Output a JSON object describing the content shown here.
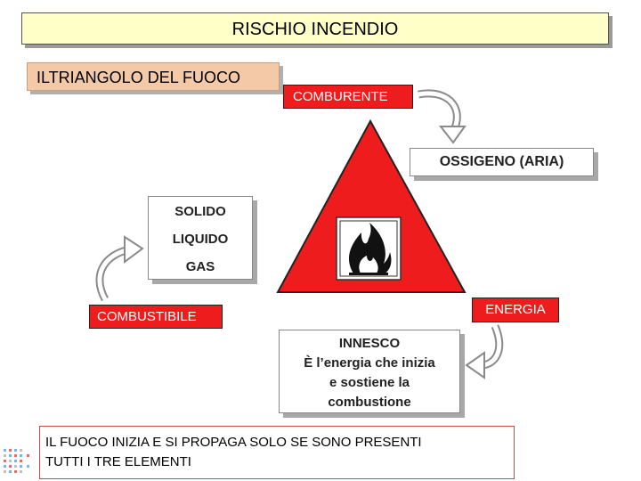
{
  "title": "RISCHIO INCENDIO",
  "subtitle": "ILTRIANGOLO DEL FUOCO",
  "labels": {
    "comburente": "COMBURENTE",
    "combustibile": "COMBUSTIBILE",
    "energia": "ENERGIA"
  },
  "ossigeno": "OSSIGENO (ARIA)",
  "states": [
    "SOLIDO",
    "LIQUIDO",
    "GAS"
  ],
  "innesco": {
    "title": "INNESCO",
    "lines": [
      "È l’energia che inizia",
      "e sostiene la",
      "combustione"
    ]
  },
  "bottom_text": [
    "IL FUOCO INIZIA E SI PROPAGA SOLO SE SONO PRESENTI",
    "TUTTI  I TRE ELEMENTI"
  ],
  "colors": {
    "red": "#ee1c1c",
    "title_bg": "#ffffc8",
    "subtitle_bg": "#f3c9a8"
  },
  "icons": {
    "flame": "flammable-flame-icon",
    "arrows": "curved-arrow-icon"
  }
}
